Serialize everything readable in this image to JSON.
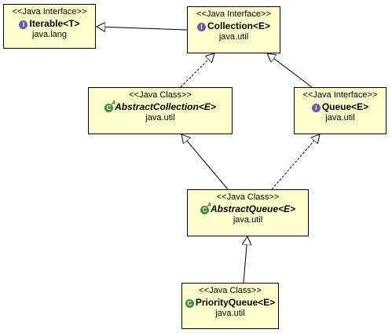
{
  "classes": {
    "iterable": {
      "stereotype": "<<Java Interface>>",
      "name": "Iterable<T>",
      "package": "java.lang",
      "kind": "interface",
      "icon": "interface-icon"
    },
    "collection": {
      "stereotype": "<<Java Interface>>",
      "name": "Collection<E>",
      "package": "java.util",
      "kind": "interface",
      "icon": "interface-icon"
    },
    "abstract_collection": {
      "stereotype": "<<Java Class>>",
      "name": "AbstractCollection<E>",
      "package": "java.util",
      "kind": "abstract-class",
      "icon": "abstract-class-icon"
    },
    "queue": {
      "stereotype": "<<Java Interface>>",
      "name": "Queue<E>",
      "package": "java.util",
      "kind": "interface",
      "icon": "interface-icon"
    },
    "abstract_queue": {
      "stereotype": "<<Java Class>>",
      "name": "AbstractQueue<E>",
      "package": "java.util",
      "kind": "abstract-class",
      "icon": "abstract-class-icon"
    },
    "priority_queue": {
      "stereotype": "<<Java Class>>",
      "name": "PriorityQueue<E>",
      "package": "java.util",
      "kind": "class",
      "icon": "class-icon"
    }
  },
  "relations": [
    {
      "from": "collection",
      "to": "iterable",
      "type": "extends"
    },
    {
      "from": "abstract_collection",
      "to": "collection",
      "type": "implements"
    },
    {
      "from": "queue",
      "to": "collection",
      "type": "extends"
    },
    {
      "from": "abstract_queue",
      "to": "abstract_collection",
      "type": "extends"
    },
    {
      "from": "abstract_queue",
      "to": "queue",
      "type": "implements"
    },
    {
      "from": "priority_queue",
      "to": "abstract_queue",
      "type": "extends"
    }
  ],
  "colors": {
    "box_fill": "#ffffcc",
    "box_border": "#000000",
    "interface_icon": "#6a5aa8",
    "class_icon": "#3f8f3f",
    "edge": "#000000"
  }
}
